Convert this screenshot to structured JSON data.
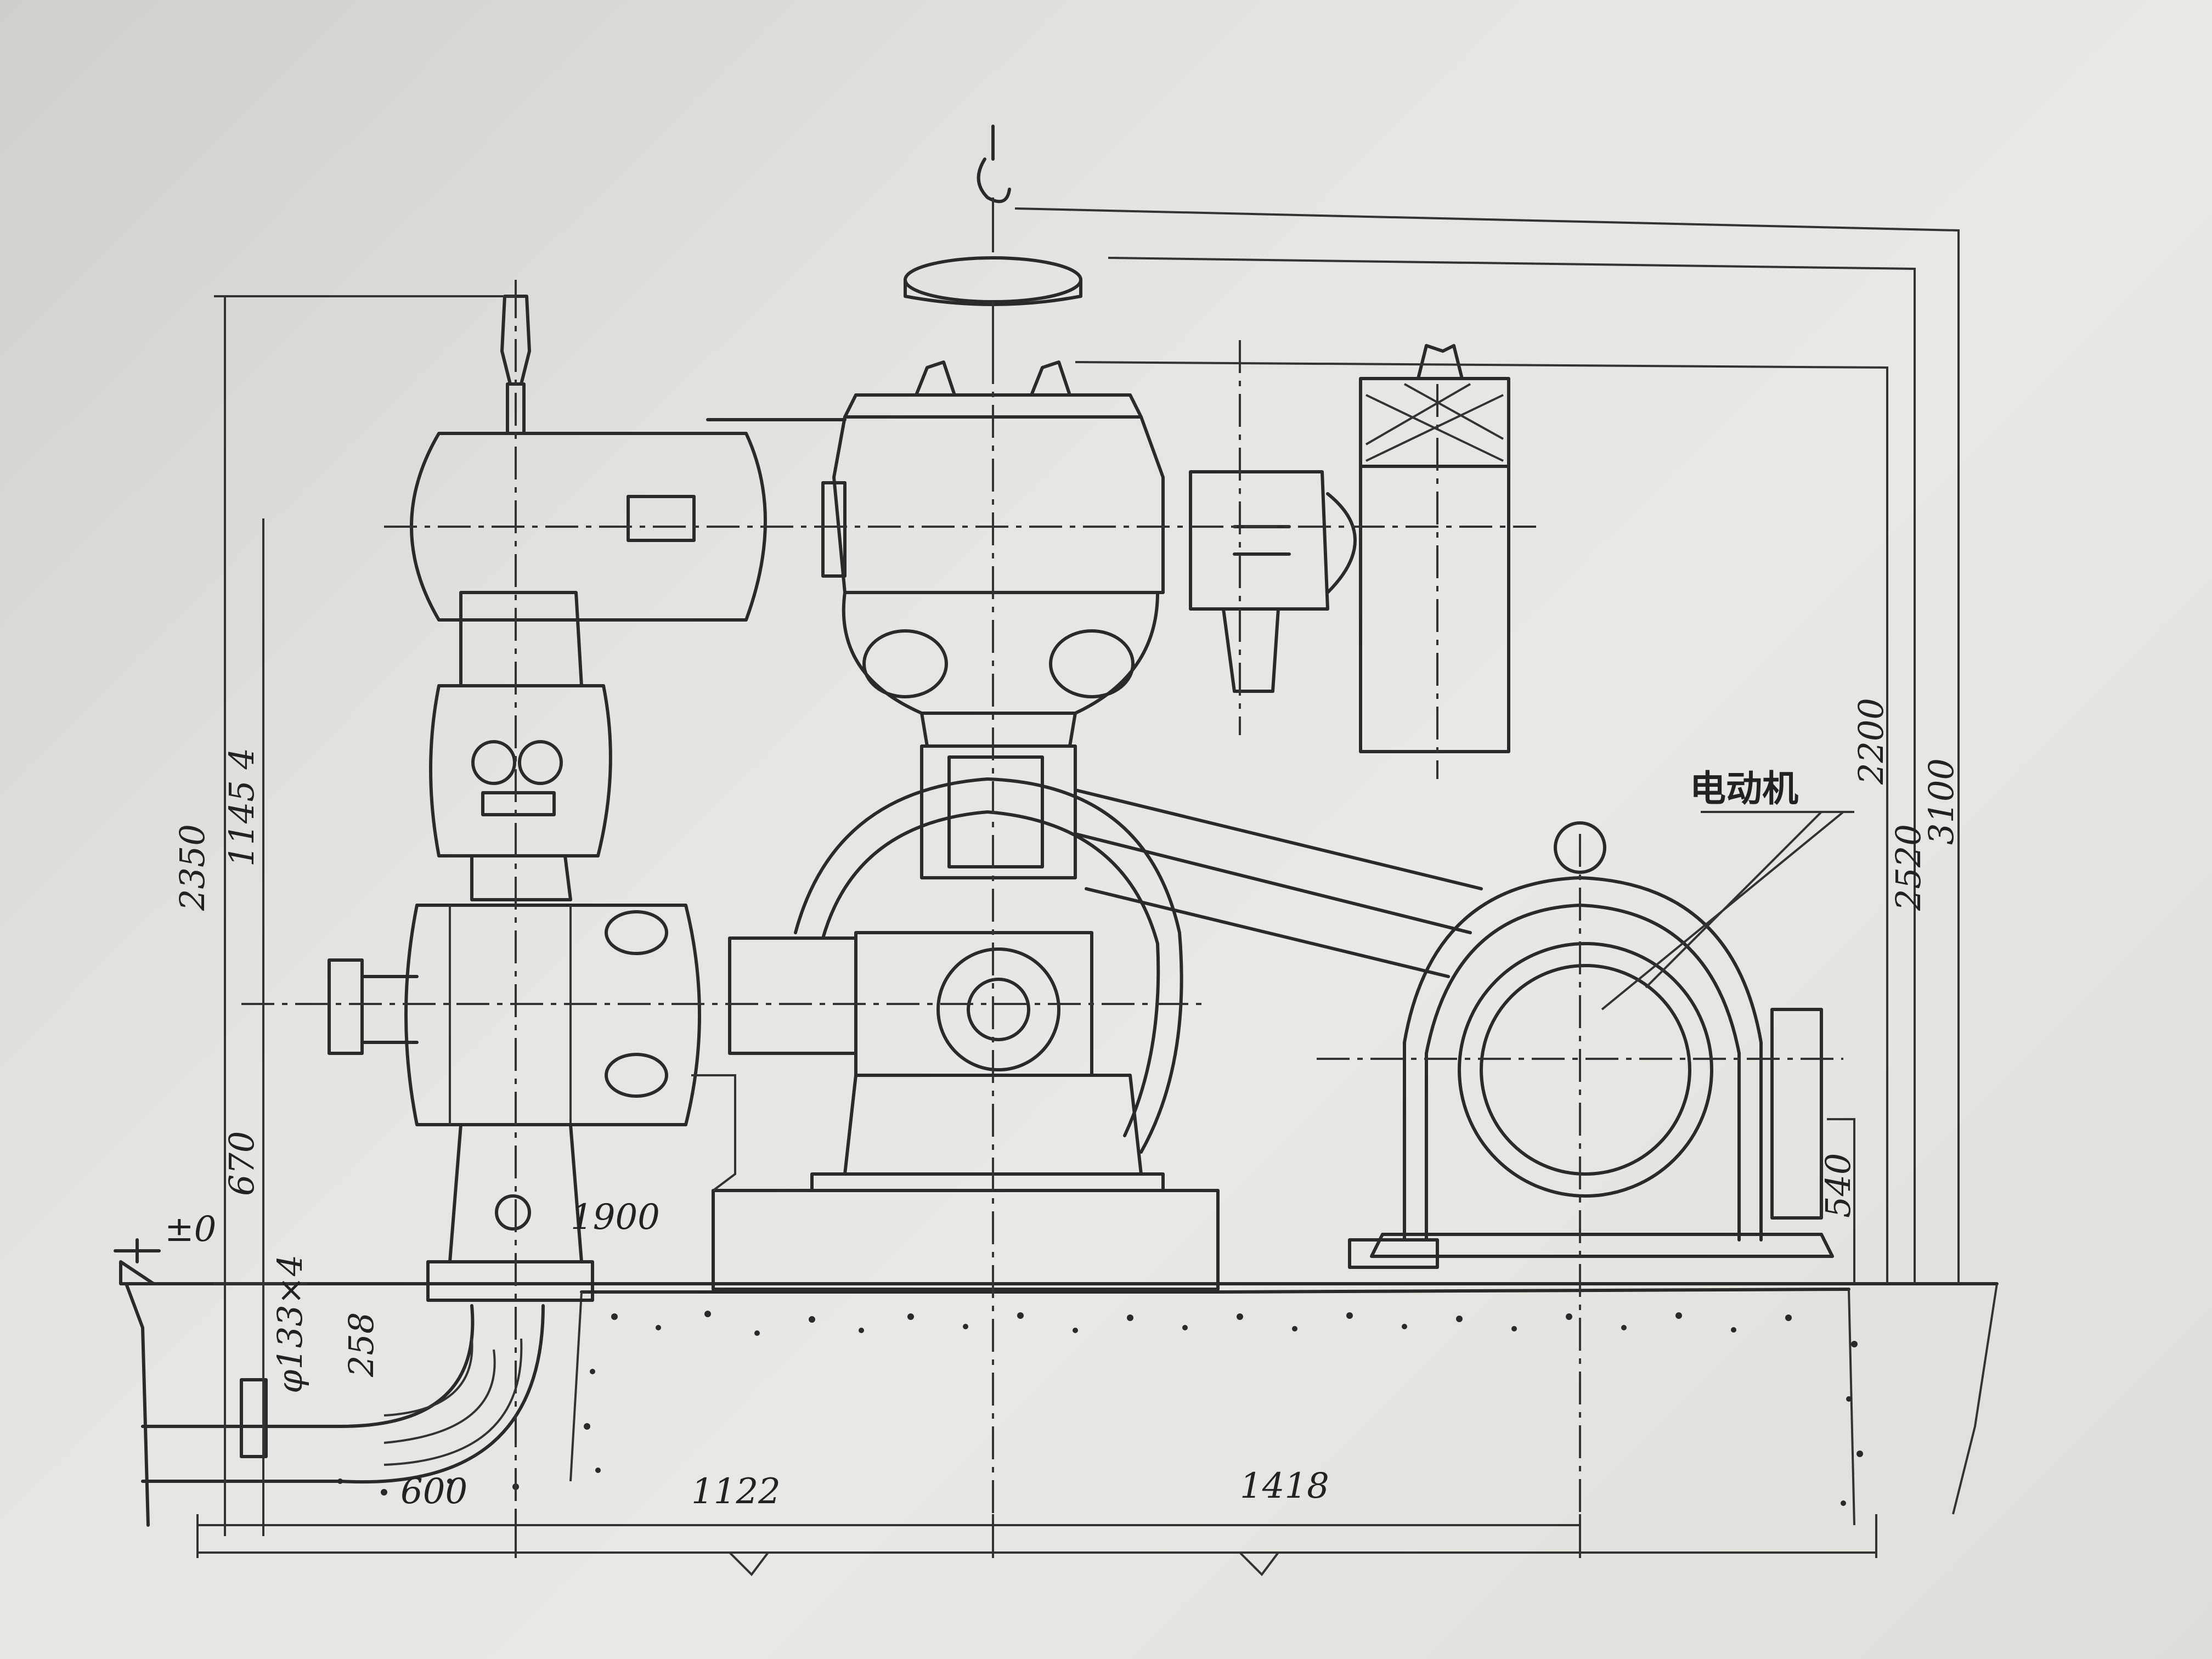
{
  "labels": {
    "motor": "电动机",
    "datum": "±0",
    "pipe_spec": "φ133×4"
  },
  "dimensions": {
    "total_height_left": "2350",
    "axis_height": "1145 4",
    "lower_height": "670",
    "offset_1900": "1900",
    "flange_258": "258",
    "bottom_600": "600",
    "bottom_1122": "1122",
    "bottom_1418": "1418",
    "right_2200": "2200",
    "right_2520": "2520",
    "right_3100": "3100",
    "right_540": "540"
  },
  "colors": {
    "paper": "#e6e6e2",
    "ink": "#2a2a2a"
  }
}
